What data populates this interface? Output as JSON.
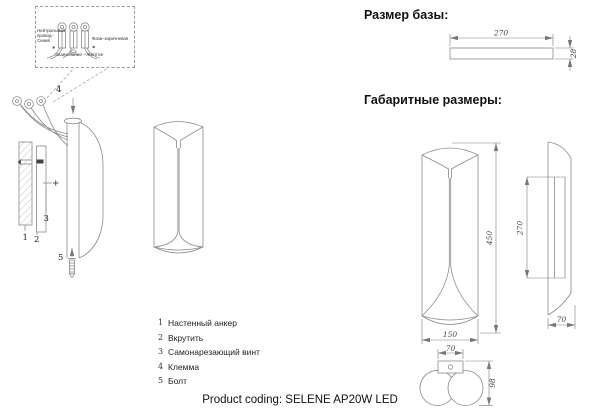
{
  "wiring_box": {
    "label_neutral_line1": "Нейтральный",
    "label_neutral_line2": "провод–Синий",
    "label_phase": "Фаза–коричневая",
    "label_ground": "Заземление –Желтое"
  },
  "installation": {
    "callout_1": "1",
    "callout_2": "2",
    "callout_3": "3",
    "callout_4": "4",
    "callout_5": "5"
  },
  "parts_list": {
    "items": [
      {
        "num": "1",
        "label": "Настенный анкер"
      },
      {
        "num": "2",
        "label": "Вкрутить"
      },
      {
        "num": "3",
        "label": "Самонарезающий винт"
      },
      {
        "num": "4",
        "label": "Клемма"
      },
      {
        "num": "5",
        "label": "Болт"
      }
    ]
  },
  "base_size": {
    "heading": "Размер базы:",
    "width_dim": "270",
    "depth_dim": "28"
  },
  "overall_size": {
    "heading": "Габаритные размеры:",
    "front_height_dim": "450",
    "front_width_dim": "150",
    "side_inner_height_dim": "270",
    "side_depth_dim": "70",
    "bottom_width_dim": "70",
    "bottom_depth_dim": "98"
  },
  "footer": {
    "product_coding": "Product coding: SELENE AP20W LED"
  },
  "colors": {
    "line": "#8a8a8a",
    "text": "#111111",
    "background": "#ffffff"
  }
}
